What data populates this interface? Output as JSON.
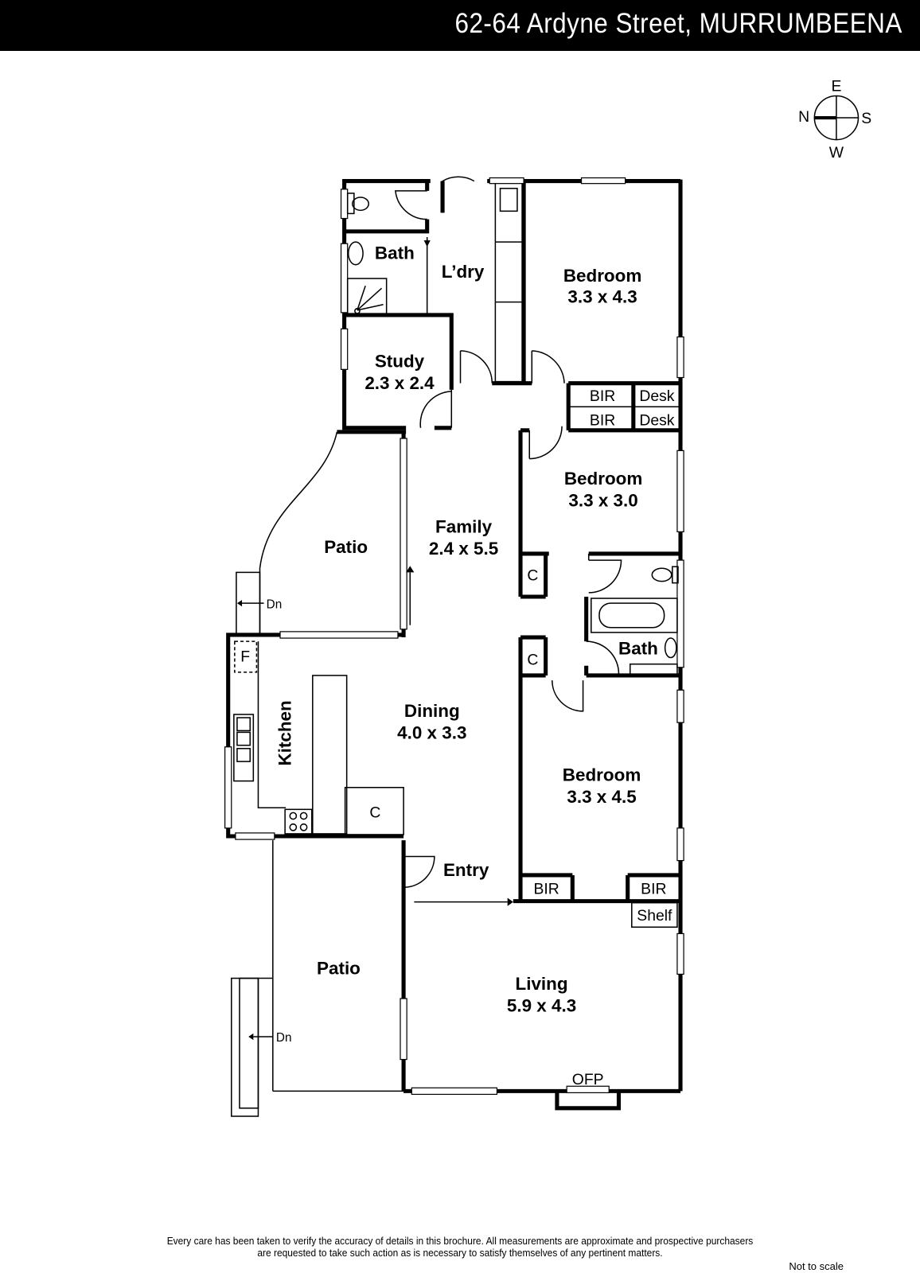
{
  "header": {
    "title": "62-64 Ardyne Street, MURRUMBEENA"
  },
  "compass": {
    "north": "N",
    "south": "S",
    "east": "E",
    "west": "W"
  },
  "rooms": {
    "bath_upper": "Bath",
    "laundry": "L’dry",
    "bedroom1": {
      "name": "Bedroom",
      "size": "3.3 x 4.3"
    },
    "study": {
      "name": "Study",
      "size": "2.3 x 2.4"
    },
    "bir1": "BIR",
    "bir2": "BIR",
    "desk1": "Desk",
    "desk2": "Desk",
    "bedroom2": {
      "name": "Bedroom",
      "size": "3.3 x 3.0"
    },
    "patio1": "Patio",
    "family": {
      "name": "Family",
      "size": "2.4 x 5.5"
    },
    "dn1": "Dn",
    "c1": "C",
    "c2": "C",
    "c3": "C",
    "bath_lower": "Bath",
    "fridge": "F",
    "kitchen": "Kitchen",
    "dining": {
      "name": "Dining",
      "size": "4.0 x 3.3"
    },
    "bedroom3": {
      "name": "Bedroom",
      "size": "3.3 x 4.5"
    },
    "entry": "Entry",
    "bir3": "BIR",
    "bir4": "BIR",
    "shelf": "Shelf",
    "patio2": "Patio",
    "dn2": "Dn",
    "living": {
      "name": "Living",
      "size": "5.9 x 4.3"
    },
    "ofp": "OFP"
  },
  "footer": {
    "disclaimer_line1": "Every care has been taken to verify the accuracy of details in this brochure.  All measurements are approximate and prospective purchasers",
    "disclaimer_line2": "are requested to take such action as is necessary to satisfy themselves of any pertinent matters.",
    "not_to_scale": "Not to scale"
  }
}
